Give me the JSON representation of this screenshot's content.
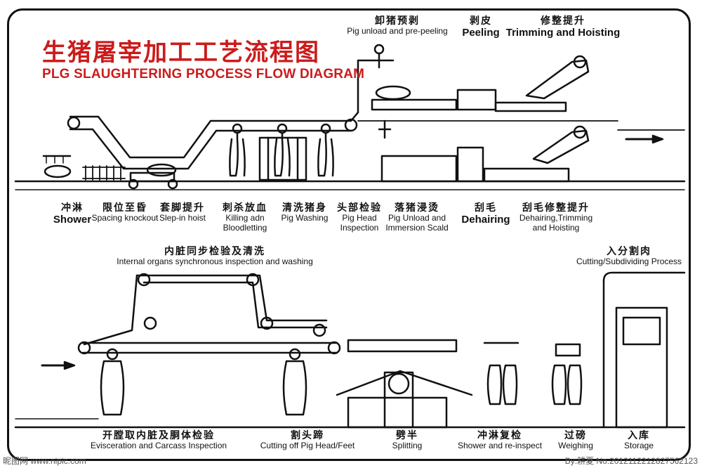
{
  "title": {
    "cn": "生猪屠宰加工工艺流程图",
    "en": "PLG SLAUGHTERING PROCESS FLOW DIAGRAM"
  },
  "colors": {
    "title": "#cc1b1b",
    "ink": "#111111",
    "background": "#ffffff"
  },
  "top_labels": [
    {
      "cn": "卸猪预剥",
      "en": "Pig unload and pre-peeling"
    },
    {
      "cn": "剥皮",
      "en": "Peeling"
    },
    {
      "cn": "修整提升",
      "en": "Trimming and Hoisting"
    }
  ],
  "row1_steps": [
    {
      "cn": "冲淋",
      "en": "Shower"
    },
    {
      "cn": "限位至昏",
      "en": "Spacing knockout"
    },
    {
      "cn": "套脚提升",
      "en": "Slep-in hoist"
    },
    {
      "cn": "刺杀放血",
      "en": "Killing adn Bloodletting"
    },
    {
      "cn": "清洗猪身",
      "en": "Pig Washing"
    },
    {
      "cn": "头部检验",
      "en": "Pig Head Inspection"
    },
    {
      "cn": "落猪浸烫",
      "en": "Pig Unload and Immersion Scald"
    },
    {
      "cn": "刮毛",
      "en": "Dehairing"
    },
    {
      "cn": "刮毛修整提升",
      "en": "Dehairing,Trimming and Hoisting"
    }
  ],
  "mid_labels": [
    {
      "cn": "内脏同步检验及清洗",
      "en": "Internal organs synchronous inspection and washing"
    },
    {
      "cn": "入分割肉",
      "en": "Cutting/Subdividing Process"
    }
  ],
  "row2_steps": [
    {
      "cn": "开膛取内脏及胴体检验",
      "en": "Evisceration and Carcass Inspection"
    },
    {
      "cn": "割头蹄",
      "en": "Cutting off Pig Head/Feet"
    },
    {
      "cn": "劈半",
      "en": "Splitting"
    },
    {
      "cn": "冲淋复检",
      "en": "Shower and re-inspect"
    },
    {
      "cn": "过磅",
      "en": "Weighing"
    },
    {
      "cn": "入库",
      "en": "Storage"
    }
  ],
  "watermark": {
    "left": "昵图网 www.nipic.com",
    "right": "By:耕夏 No.20121122128275621​23"
  }
}
